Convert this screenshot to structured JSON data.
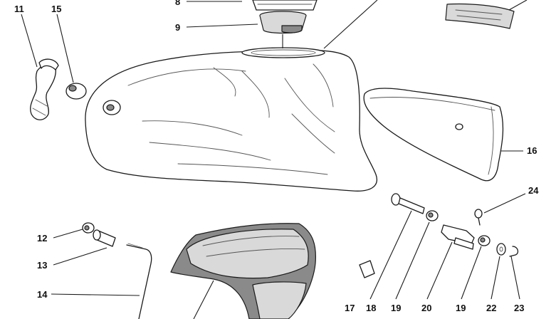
{
  "callouts": [
    {
      "id": "c8",
      "label": "8"
    },
    {
      "id": "c9",
      "label": "9"
    },
    {
      "id": "c11",
      "label": "11"
    },
    {
      "id": "c15",
      "label": "15"
    },
    {
      "id": "c16",
      "label": "16"
    },
    {
      "id": "c12",
      "label": "12"
    },
    {
      "id": "c13",
      "label": "13"
    },
    {
      "id": "c14",
      "label": "14"
    },
    {
      "id": "c24",
      "label": "24"
    },
    {
      "id": "c17",
      "label": "17"
    },
    {
      "id": "c18",
      "label": "18"
    },
    {
      "id": "c19a",
      "label": "19"
    },
    {
      "id": "c20",
      "label": "20"
    },
    {
      "id": "c19b",
      "label": "19"
    },
    {
      "id": "c22",
      "label": "22"
    },
    {
      "id": "c23",
      "label": "23"
    }
  ],
  "colors": {
    "line": "#1a1a1a",
    "fill": "#ffffff",
    "shade": "#d9d9d9",
    "dark_shade": "#8a8a8a"
  }
}
